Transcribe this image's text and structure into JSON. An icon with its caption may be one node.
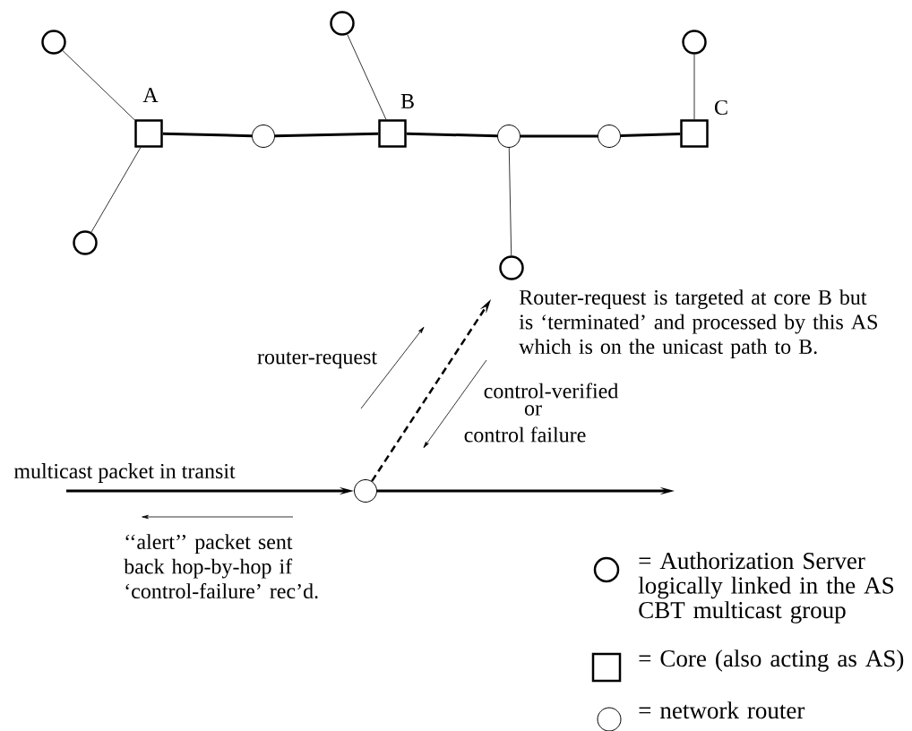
{
  "diagram": {
    "nodes": [
      {
        "text": [],
        "shape": "circle"
      },
      {
        "text": [],
        "shape": "circle"
      },
      {
        "text": [
          "A"
        ]
      },
      {
        "text": [],
        "shape": "circle"
      },
      {
        "text": [],
        "shape": "circle"
      },
      {
        "text": [
          "B"
        ]
      },
      {
        "text": [],
        "shape": "circle"
      },
      {
        "text": [],
        "shape": "circle"
      },
      {
        "text": [],
        "shape": "circle"
      },
      {
        "text": [],
        "shape": "circle"
      },
      {
        "text": [
          "C"
        ]
      },
      {
        "text": [],
        "shape": "circle"
      }
    ],
    "edges": [
      {
        "from": 0,
        "to": 2,
        "arrow": "none"
      },
      {
        "from": 1,
        "to": 2,
        "arrow": "none"
      },
      {
        "from": 2,
        "to": 3,
        "arrow": "none"
      },
      {
        "from": 3,
        "to": 5,
        "arrow": "none"
      },
      {
        "from": 4,
        "to": 5,
        "arrow": "none"
      },
      {
        "from": 5,
        "to": 6,
        "arrow": "none"
      },
      {
        "from": 6,
        "to": 7,
        "arrow": "none"
      },
      {
        "from": 6,
        "to": 8,
        "arrow": "none"
      },
      {
        "from": 8,
        "to": 10,
        "arrow": "none"
      },
      {
        "from": 9,
        "to": 10,
        "arrow": "none"
      },
      {
        "from": 11,
        "to": 7,
        "arrow": "to",
        "style": "dashed"
      },
      {
        "from": null,
        "to": 11,
        "arrow": "to",
        "label": "multicast packet in transit"
      },
      {
        "from": 11,
        "to": null,
        "arrow": "to"
      }
    ],
    "labels": [
      "Router-request is targeted at core B but is ‘terminated’ and processed by this AS which is on the unicast path to B.",
      "router-request",
      "control-verified",
      "or",
      "control failure",
      "‘‘alert’’ packet sent back hop-by-hop if ‘control-failure’ rec’d."
    ],
    "legend": [
      {
        "text": "= Authorization Server logically linked in the AS CBT multicast group"
      },
      {
        "text": "= Core (also acting as AS)"
      },
      {
        "text": "= network router"
      }
    ]
  }
}
